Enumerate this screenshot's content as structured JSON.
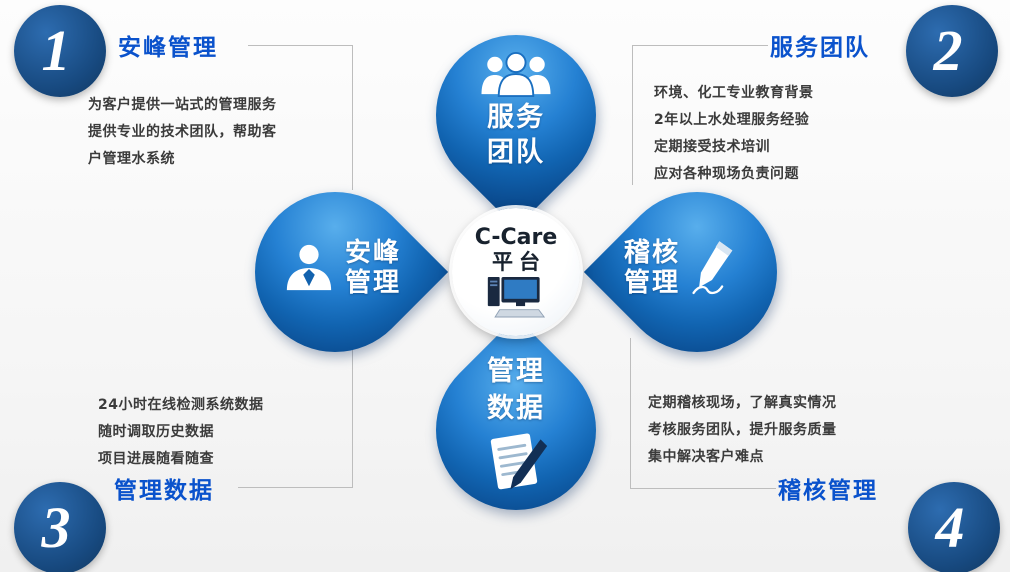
{
  "corners": {
    "one": {
      "number": "1",
      "heading": "安峰管理",
      "lines": [
        "为客户提供一站式的管理服务",
        "提供专业的技术团队，帮助客",
        "户管理水系统"
      ]
    },
    "two": {
      "number": "2",
      "heading": "服务团队",
      "lines": [
        "环境、化工专业教育背景",
        "2年以上水处理服务经验",
        "定期接受技术培训",
        "应对各种现场负责问题"
      ]
    },
    "three": {
      "number": "3",
      "heading": "管理数据",
      "lines": [
        "24小时在线检测系统数据",
        "随时调取历史数据",
        "项目进展随看随查"
      ]
    },
    "four": {
      "number": "4",
      "heading": "稽核管理",
      "lines": [
        "定期稽核现场，了解真实情况",
        "考核服务团队，提升服务质量",
        "集中解决客户难点"
      ]
    }
  },
  "center": {
    "title": "C-Care",
    "subtitle": "平台",
    "icon": "desktop-computer-icon"
  },
  "petals": {
    "top": {
      "line1": "服务",
      "line2": "团队",
      "icon": "team-icon"
    },
    "left": {
      "line1": "安峰",
      "line2": "管理",
      "icon": "person-icon"
    },
    "right": {
      "line1": "稽核",
      "line2": "管理",
      "icon": "pencil-icon"
    },
    "bottom": {
      "line1": "管理",
      "line2": "数据",
      "icon": "document-pen-icon"
    }
  },
  "colors": {
    "heading_blue": "#0a52cc",
    "petal_blue_light": "#58aeec",
    "petal_blue_dark": "#093e79",
    "corner_navy": "#17497f",
    "text_dark": "#3b3b3b"
  }
}
